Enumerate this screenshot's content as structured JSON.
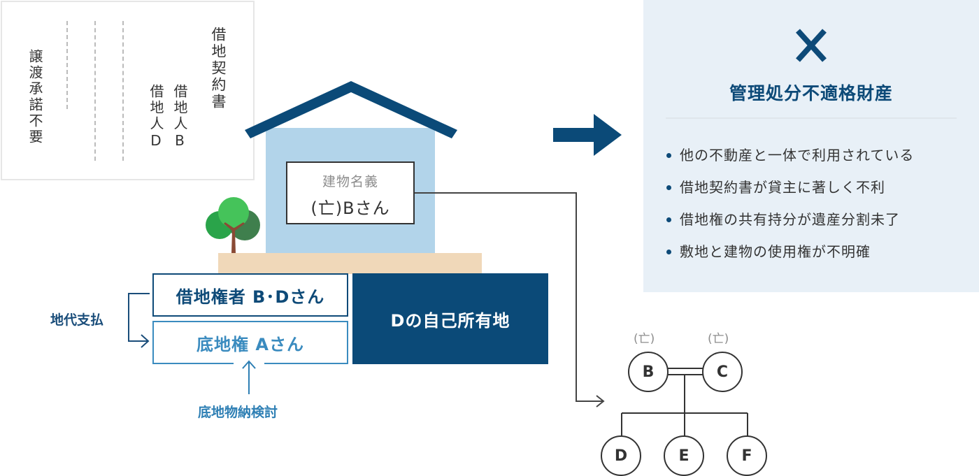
{
  "contract_card": {
    "title": "借地契約書",
    "lessee_b": "借地人B",
    "lessee_d": "借地人D",
    "note": "譲渡承諾不要"
  },
  "house": {
    "name_label": "建物名義",
    "name_value": "(亡)Bさん"
  },
  "land": {
    "lessee_rights": "借地権者 B･Dさん",
    "land_rights": "底地権 Aさん",
    "own_land": "Dの自己所有地",
    "rent_payment": "地代支払",
    "consider_in_kind": "底地物納検討"
  },
  "verdict": {
    "icon": "x-mark-icon",
    "title": "管理処分不適格財産",
    "reasons": [
      "他の不動産と一体で利用されている",
      "借地契約書が貸主に著しく不利",
      "借地権の共有持分が遺産分割未了",
      "敷地と建物の使用権が不明確"
    ]
  },
  "family_tree": {
    "parents": [
      {
        "label": "B",
        "status": "(亡)"
      },
      {
        "label": "C",
        "status": "(亡)"
      }
    ],
    "children": [
      {
        "label": "D"
      },
      {
        "label": "E"
      },
      {
        "label": "F"
      }
    ]
  },
  "colors": {
    "navy": "#0b4a78",
    "light_blue": "#3a8bbf",
    "wall": "#b2d4ea",
    "ground": "#f0d8b9",
    "panel_bg": "#e8f0f7"
  }
}
